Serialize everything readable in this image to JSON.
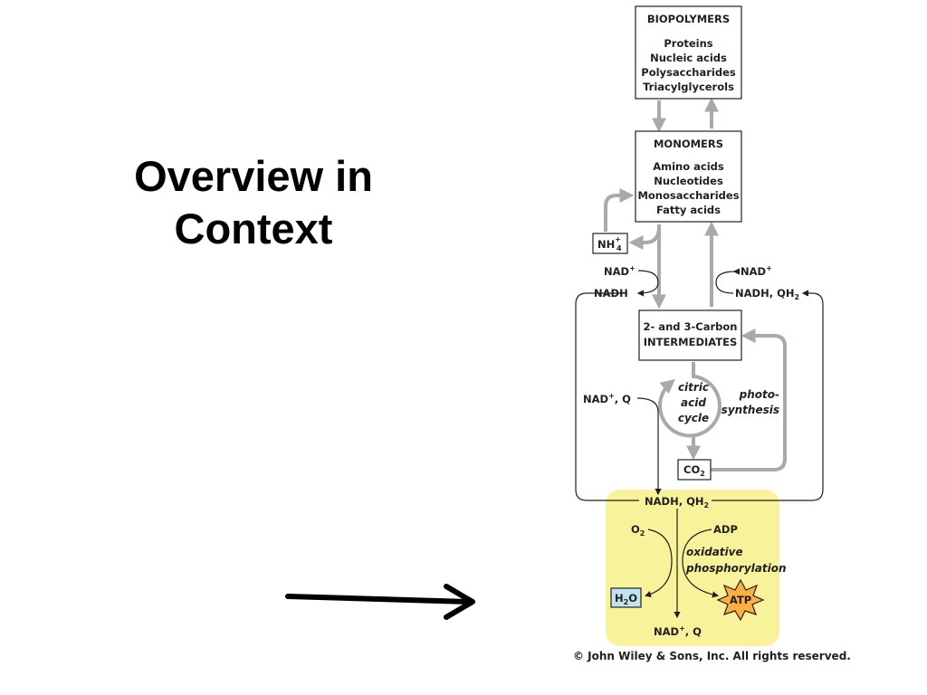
{
  "slide": {
    "title_line1": "Overview in",
    "title_line2": "Context"
  },
  "diagram": {
    "biopolymers": {
      "heading": "BIOPOLYMERS",
      "items": [
        "Proteins",
        "Nucleic acids",
        "Polysaccharides",
        "Triacylglycerols"
      ]
    },
    "monomers": {
      "heading": "MONOMERS",
      "items": [
        "Amino acids",
        "Nucleotides",
        "Monosaccharides",
        "Fatty acids"
      ]
    },
    "intermediates": {
      "line1": "2- and 3-Carbon",
      "line2": "INTERMEDIATES"
    },
    "ammonium": {
      "base": "NH",
      "sub": "4",
      "sup": "+"
    },
    "left_upper": {
      "nad": "NAD",
      "nad_sup": "+",
      "nadh": "NADH"
    },
    "right_upper": {
      "nad": "NAD",
      "nad_sup": "+",
      "nadh_q": "NADH, QH",
      "q_sub": "2"
    },
    "citric_acid_cycle": [
      "citric",
      "acid",
      "cycle"
    ],
    "photosynthesis": [
      "photo-",
      "synthesis"
    ],
    "nad_q_left": {
      "nad": "NAD",
      "sup": "+",
      "rest": ", Q"
    },
    "carbon_dioxide": {
      "base": "CO",
      "sub": "2"
    },
    "ox_phos": {
      "nadh_qh2": {
        "base": "NADH, QH",
        "sub": "2"
      },
      "o2": {
        "base": "O",
        "sub": "2"
      },
      "adp": "ADP",
      "label_line1": "oxidative",
      "label_line2": "phosphorylation",
      "water": {
        "base": "H",
        "sub": "2",
        "rest": "O"
      },
      "atp": "ATP",
      "nad_q_bottom": {
        "nad": "NAD",
        "sup": "+",
        "rest": ", Q"
      }
    },
    "colors": {
      "gray_arrow": "#a7a9ac",
      "line": "#231f20",
      "ox_phos_bg": "#f8f39a",
      "water_bg": "#bfe3f0",
      "atp_bg": "#fbb040"
    }
  },
  "footer": {
    "copyright": "© John Wiley & Sons, Inc. All rights reserved."
  }
}
